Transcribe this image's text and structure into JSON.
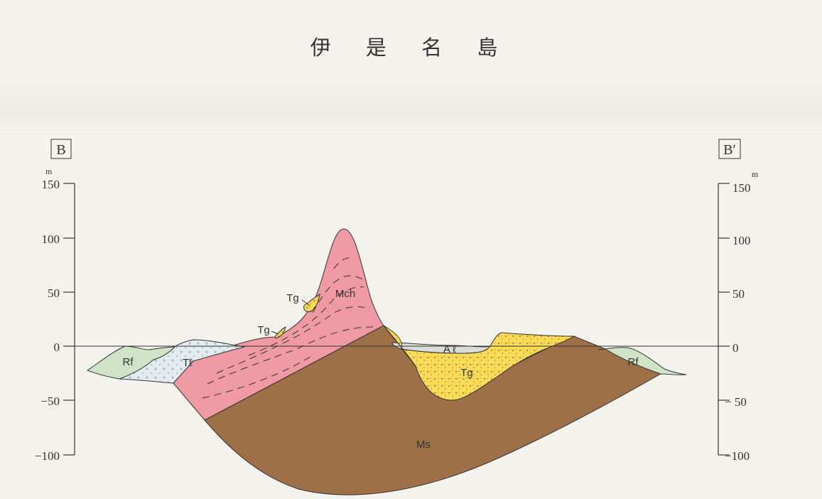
{
  "title": "伊 是 名 島",
  "section_left": "B",
  "section_right": "B′",
  "axis": {
    "unit": "m",
    "ticks_left": [
      "150",
      "100",
      "50",
      "0",
      "−50",
      "−100"
    ],
    "ticks_right": [
      "150",
      "100",
      "50",
      "0",
      "− 50",
      "−100"
    ]
  },
  "units": {
    "rf_left": "Rf",
    "tl": "Tℓ",
    "tg_upper": "Tg",
    "tg_lower": "Tg",
    "mch": "Mch",
    "al": "A ℓ",
    "tg_right": "Tg",
    "rf_right": "Rf",
    "ms": "Ms"
  },
  "colors": {
    "Rf": "#cfe3c6",
    "Tl": "#dde7ea",
    "Tg": "#f5dd55",
    "Mch": "#ef9aa2",
    "Al": "#d9ddd6",
    "Ms": "#9e7047"
  }
}
